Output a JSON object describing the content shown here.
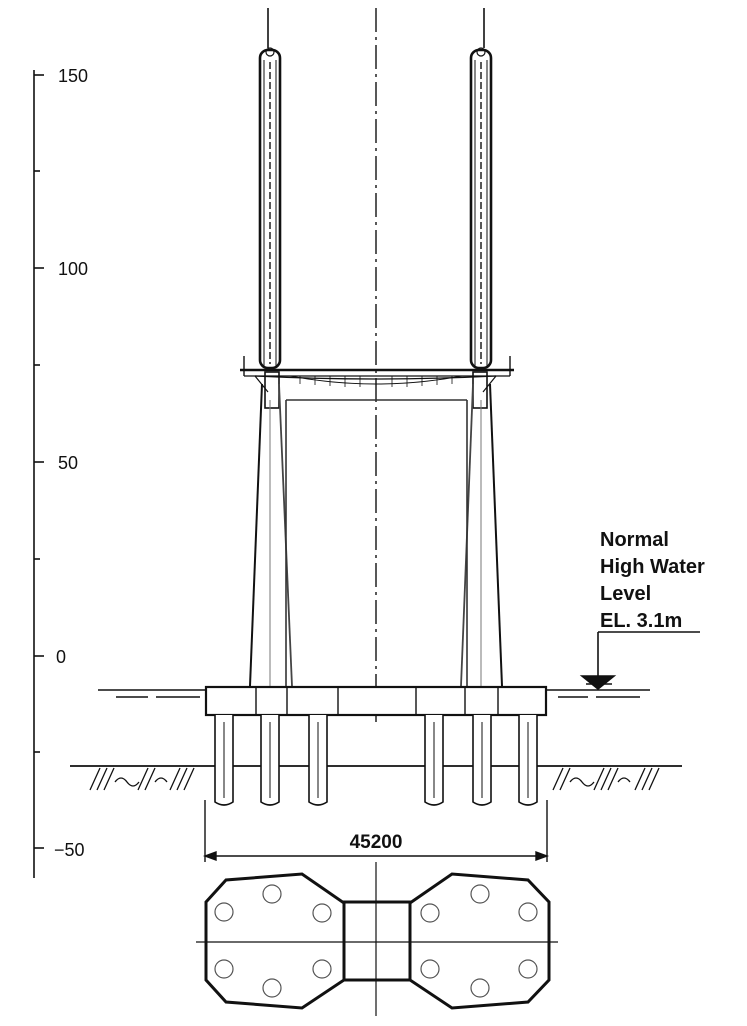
{
  "scale": {
    "ticks": [
      {
        "value": 150,
        "label": "150"
      },
      {
        "value": 100,
        "label": "100"
      },
      {
        "value": 50,
        "label": "50"
      },
      {
        "value": 0,
        "label": "0"
      },
      {
        "value": -50,
        "label": "−50"
      }
    ]
  },
  "water_level": {
    "lines": [
      "Normal",
      "High Water",
      "Level",
      "EL. 3.1m"
    ]
  },
  "dimension": {
    "label": "45200"
  }
}
